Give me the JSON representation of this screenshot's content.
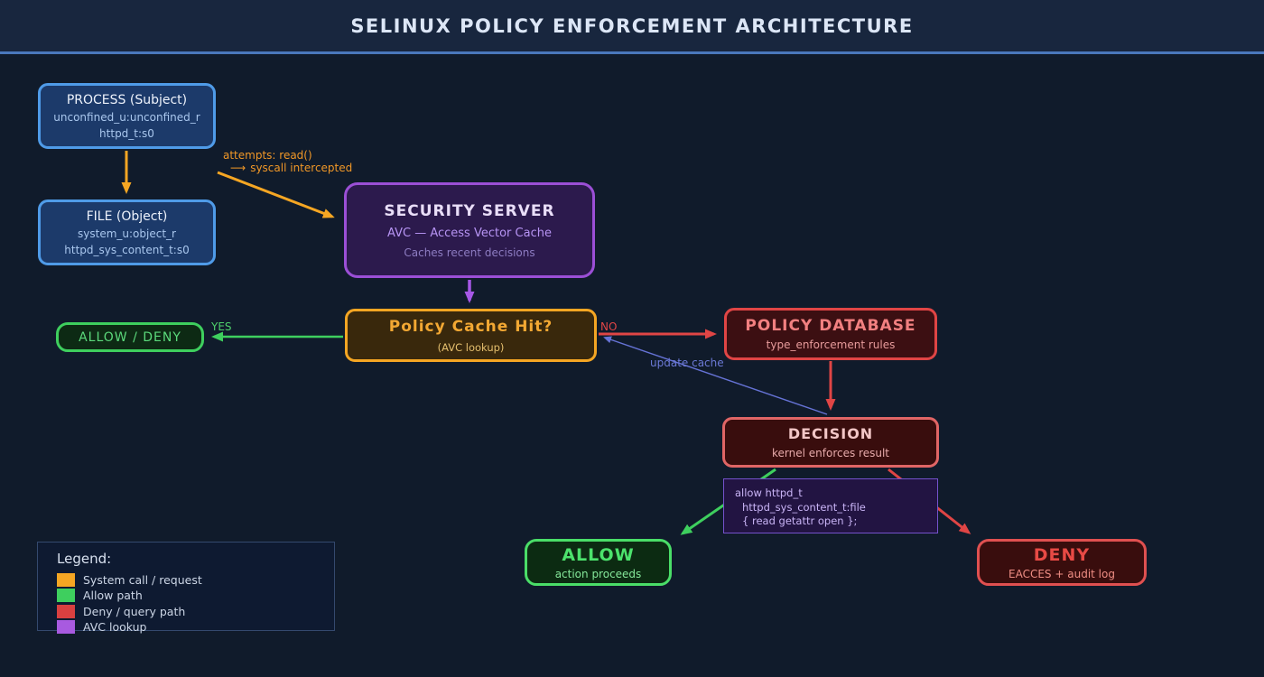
{
  "header": {
    "title": "SELINUX POLICY ENFORCEMENT ARCHITECTURE"
  },
  "nodes": {
    "process": {
      "title": "PROCESS (Subject)",
      "line1": "unconfined_u:unconfined_r",
      "line2": "httpd_t:s0"
    },
    "file": {
      "title": "FILE (Object)",
      "line1": "system_u:object_r",
      "line2": "httpd_sys_content_t:s0"
    },
    "security_server": {
      "title": "SECURITY SERVER",
      "line1": "AVC — Access Vector Cache",
      "line2": "Caches recent decisions"
    },
    "cache_hit": {
      "title": "Policy Cache Hit?",
      "line1": "(AVC lookup)"
    },
    "allow_deny": {
      "title": "ALLOW / DENY"
    },
    "policy_db": {
      "title": "POLICY DATABASE",
      "line1": "type_enforcement rules"
    },
    "decision": {
      "title": "DECISION",
      "line1": "kernel enforces result"
    },
    "policy_rule": {
      "line1": "allow httpd_t",
      "line2": "httpd_sys_content_t:file",
      "line3": "{ read getattr open };"
    },
    "allow": {
      "title": "ALLOW",
      "line1": "action proceeds"
    },
    "deny": {
      "title": "DENY",
      "line1": "EACCES + audit log"
    }
  },
  "edge_labels": {
    "attempts": "attempts: read()",
    "syscall_arrow_icon": "⟶",
    "syscall": "syscall intercepted",
    "yes": "YES",
    "no": "NO",
    "update_cache": "update cache"
  },
  "legend": {
    "title": "Legend:",
    "items": [
      {
        "label": "System call / request",
        "color": "#f5a623"
      },
      {
        "label": "Allow path",
        "color": "#3ecf5e"
      },
      {
        "label": "Deny / query path",
        "color": "#d94040"
      },
      {
        "label": "AVC lookup",
        "color": "#a85ae0"
      }
    ]
  },
  "colors": {
    "background": "#101b2b",
    "header_bg": "#18263e",
    "header_accent": "#4a78bc",
    "syscall_path": "#f5a623",
    "allow_path": "#3ecf5e",
    "deny_path": "#e04545",
    "avc_lookup": "#a658e6",
    "update_cache": "#6673d6"
  }
}
